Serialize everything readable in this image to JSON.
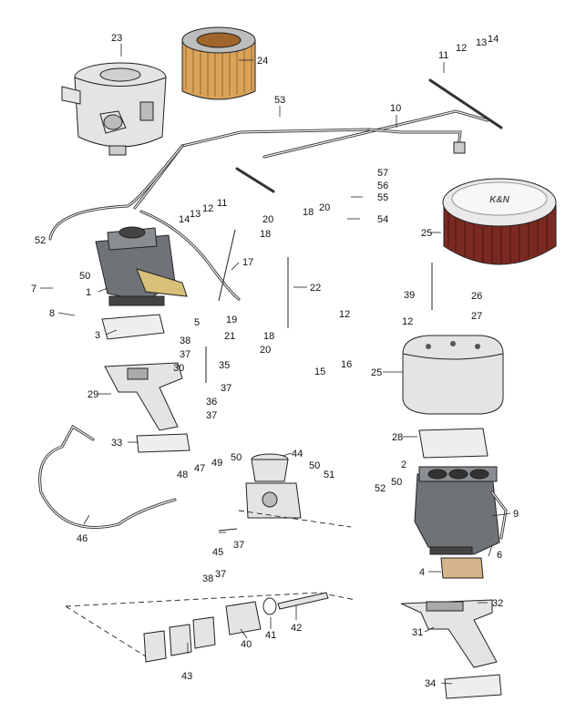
{
  "callouts": [
    {
      "id": "1",
      "label": "1"
    },
    {
      "id": "2",
      "label": "2"
    },
    {
      "id": "3",
      "label": "3"
    },
    {
      "id": "4",
      "label": "4"
    },
    {
      "id": "5",
      "label": "5"
    },
    {
      "id": "6",
      "label": "6"
    },
    {
      "id": "7",
      "label": "7"
    },
    {
      "id": "8",
      "label": "8"
    },
    {
      "id": "9",
      "label": "9"
    },
    {
      "id": "10",
      "label": "10"
    },
    {
      "id": "11a",
      "label": "11"
    },
    {
      "id": "11b",
      "label": "11"
    },
    {
      "id": "12a",
      "label": "12"
    },
    {
      "id": "12b",
      "label": "12"
    },
    {
      "id": "12c",
      "label": "12"
    },
    {
      "id": "12d",
      "label": "12"
    },
    {
      "id": "13a",
      "label": "13"
    },
    {
      "id": "13b",
      "label": "13"
    },
    {
      "id": "14a",
      "label": "14"
    },
    {
      "id": "14b",
      "label": "14"
    },
    {
      "id": "15",
      "label": "15"
    },
    {
      "id": "16",
      "label": "16"
    },
    {
      "id": "17",
      "label": "17"
    },
    {
      "id": "18a",
      "label": "18"
    },
    {
      "id": "18b",
      "label": "18"
    },
    {
      "id": "18c",
      "label": "18"
    },
    {
      "id": "19",
      "label": "19"
    },
    {
      "id": "20a",
      "label": "20"
    },
    {
      "id": "20b",
      "label": "20"
    },
    {
      "id": "20c",
      "label": "20"
    },
    {
      "id": "21",
      "label": "21"
    },
    {
      "id": "22",
      "label": "22"
    },
    {
      "id": "23",
      "label": "23"
    },
    {
      "id": "24",
      "label": "24"
    },
    {
      "id": "25a",
      "label": "25"
    },
    {
      "id": "25b",
      "label": "25"
    },
    {
      "id": "26",
      "label": "26"
    },
    {
      "id": "27",
      "label": "27"
    },
    {
      "id": "28",
      "label": "28"
    },
    {
      "id": "29",
      "label": "29"
    },
    {
      "id": "30",
      "label": "30"
    },
    {
      "id": "31",
      "label": "31"
    },
    {
      "id": "32",
      "label": "32"
    },
    {
      "id": "33",
      "label": "33"
    },
    {
      "id": "34",
      "label": "34"
    },
    {
      "id": "35",
      "label": "35"
    },
    {
      "id": "36",
      "label": "36"
    },
    {
      "id": "37a",
      "label": "37"
    },
    {
      "id": "37b",
      "label": "37"
    },
    {
      "id": "37c",
      "label": "37"
    },
    {
      "id": "37d",
      "label": "37"
    },
    {
      "id": "37e",
      "label": "37"
    },
    {
      "id": "38a",
      "label": "38"
    },
    {
      "id": "38b",
      "label": "38"
    },
    {
      "id": "39",
      "label": "39"
    },
    {
      "id": "40",
      "label": "40"
    },
    {
      "id": "41",
      "label": "41"
    },
    {
      "id": "42",
      "label": "42"
    },
    {
      "id": "43",
      "label": "43"
    },
    {
      "id": "44",
      "label": "44"
    },
    {
      "id": "45",
      "label": "45"
    },
    {
      "id": "46",
      "label": "46"
    },
    {
      "id": "47",
      "label": "47"
    },
    {
      "id": "48",
      "label": "48"
    },
    {
      "id": "49",
      "label": "49"
    },
    {
      "id": "50a",
      "label": "50"
    },
    {
      "id": "50b",
      "label": "50"
    },
    {
      "id": "50c",
      "label": "50"
    },
    {
      "id": "50d",
      "label": "50"
    },
    {
      "id": "51",
      "label": "51"
    },
    {
      "id": "52a",
      "label": "52"
    },
    {
      "id": "52b",
      "label": "52"
    },
    {
      "id": "53",
      "label": "53"
    },
    {
      "id": "54",
      "label": "54"
    },
    {
      "id": "55",
      "label": "55"
    },
    {
      "id": "56",
      "label": "56"
    },
    {
      "id": "57",
      "label": "57"
    }
  ],
  "filter_logo": "K&N"
}
